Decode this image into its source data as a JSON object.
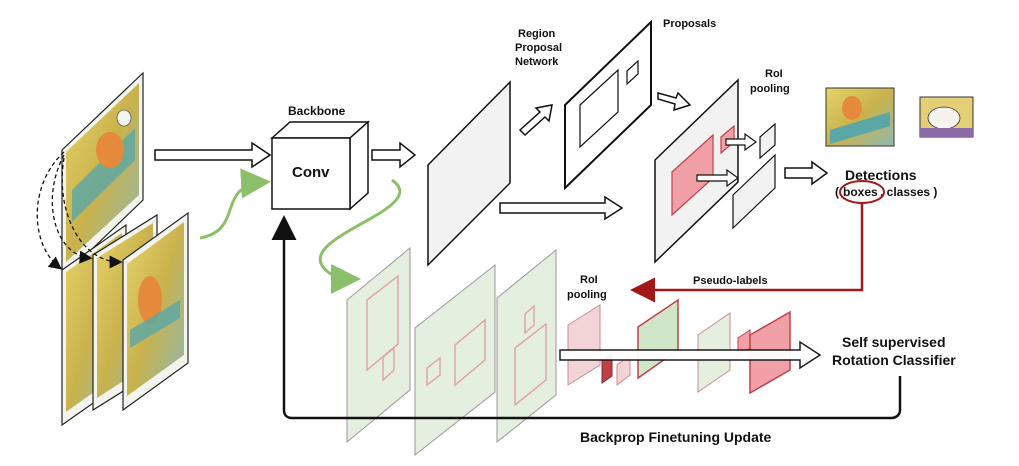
{
  "labels": {
    "backbone": "Backbone",
    "conv": "Conv",
    "rpn_line1": "Region",
    "rpn_line2": "Proposal",
    "rpn_line3": "Network",
    "proposals": "Proposals",
    "roi_pool_top_line1": "RoI",
    "roi_pool_top_line2": "pooling",
    "detections": "Detections",
    "paren_open": "(",
    "boxes": "boxes",
    "classes_suffix": ", classes )",
    "pseudo_labels": "Pseudo-labels",
    "roi_pool_bottom_line1": "RoI",
    "roi_pool_bottom_line2": "pooling",
    "ssl_line1": "Self supervised",
    "ssl_line2": "Rotation Classifier",
    "backprop": "Backprop Finetuning Update"
  },
  "colors": {
    "green_arrow": "#8cbf6a",
    "red_arrow": "#a01818",
    "roi_red_fill": "#f0a0a6",
    "roi_red_stroke": "#c0404a",
    "faded_green": "#e4efe0",
    "faded_red": "#f2d4d6"
  }
}
